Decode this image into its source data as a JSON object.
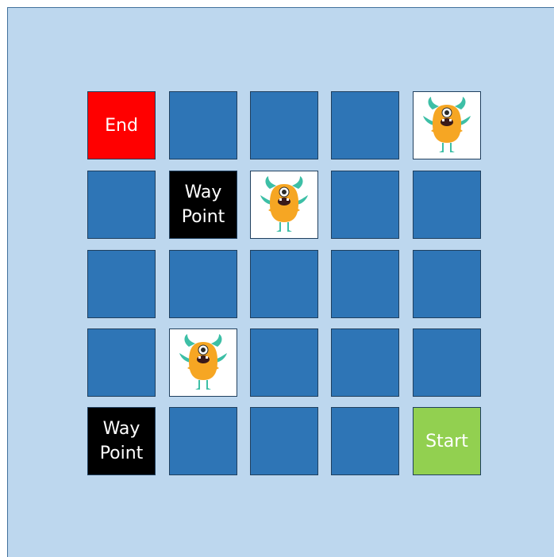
{
  "board": {
    "rows": 5,
    "cols": 5,
    "colors": {
      "background": "#bdd7ee",
      "tile": "#2e75b6",
      "end": "#ff0000",
      "waypoint": "#000000",
      "start": "#92d050",
      "monster_bg": "#ffffff"
    },
    "cells": [
      [
        {
          "type": "end",
          "label": "End"
        },
        {
          "type": "empty"
        },
        {
          "type": "empty"
        },
        {
          "type": "empty"
        },
        {
          "type": "monster",
          "icon": "monster-icon"
        }
      ],
      [
        {
          "type": "empty"
        },
        {
          "type": "waypoint",
          "label": "Way\nPoint"
        },
        {
          "type": "monster",
          "icon": "monster-icon"
        },
        {
          "type": "empty"
        },
        {
          "type": "empty"
        }
      ],
      [
        {
          "type": "empty"
        },
        {
          "type": "empty"
        },
        {
          "type": "empty"
        },
        {
          "type": "empty"
        },
        {
          "type": "empty"
        }
      ],
      [
        {
          "type": "empty"
        },
        {
          "type": "monster",
          "icon": "monster-icon"
        },
        {
          "type": "empty"
        },
        {
          "type": "empty"
        },
        {
          "type": "empty"
        }
      ],
      [
        {
          "type": "waypoint",
          "label": "Way\nPoint"
        },
        {
          "type": "empty"
        },
        {
          "type": "empty"
        },
        {
          "type": "empty"
        },
        {
          "type": "start",
          "label": "Start"
        }
      ]
    ]
  }
}
